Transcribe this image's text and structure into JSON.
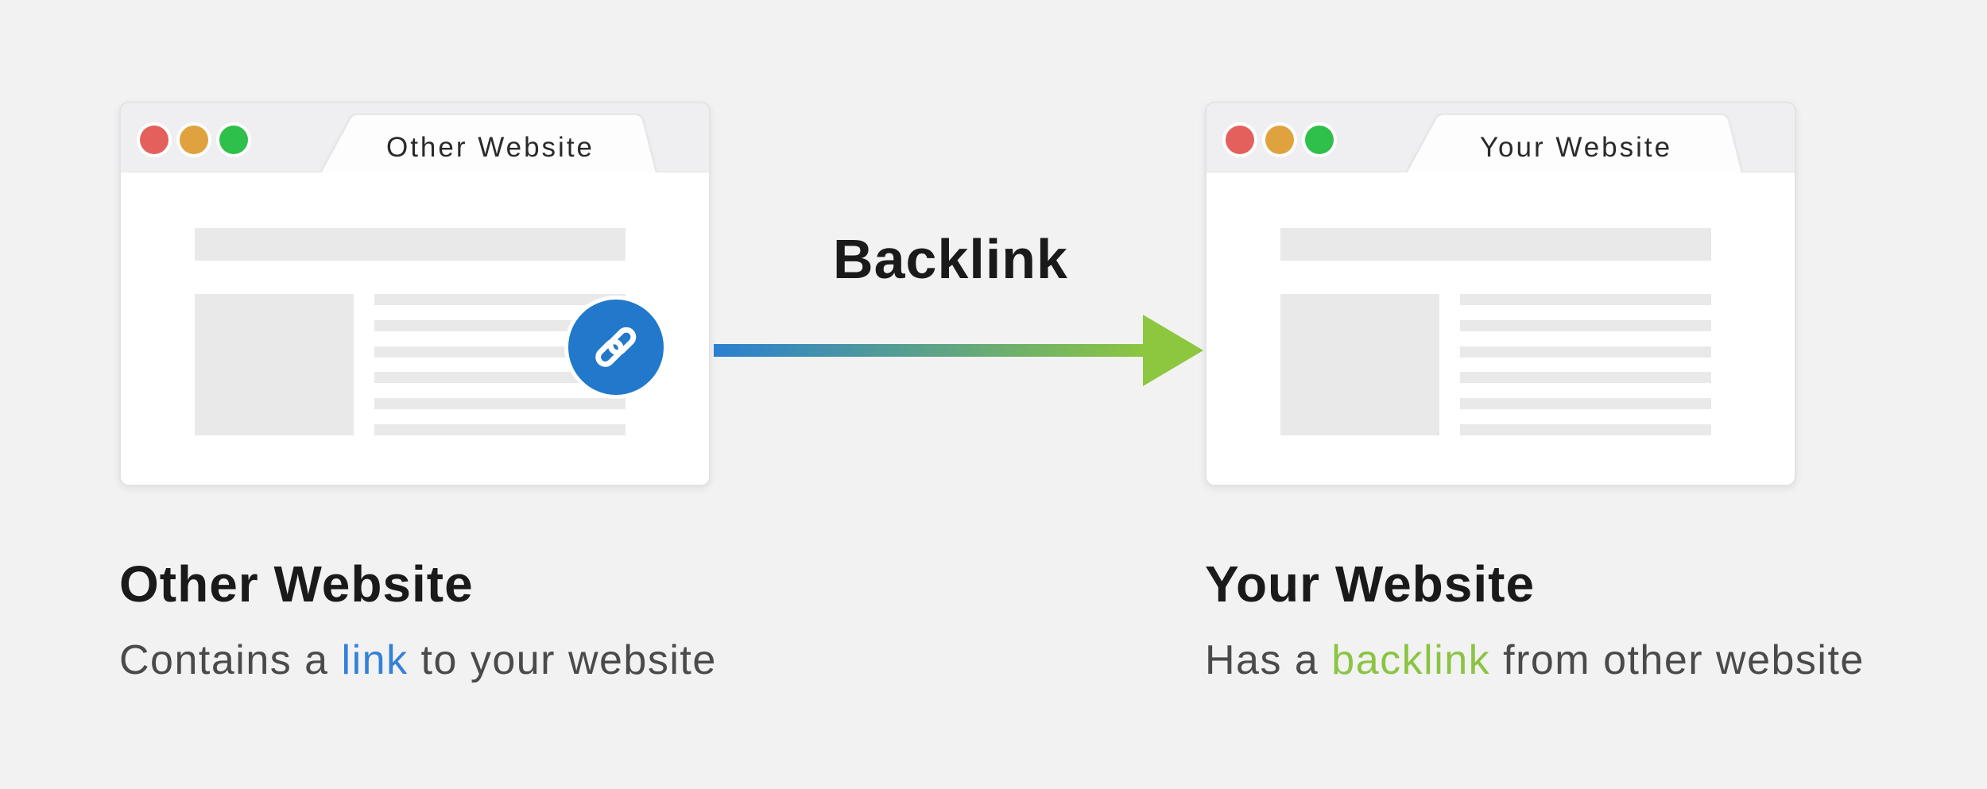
{
  "arrow": {
    "label": "Backlink",
    "gradient_start_color": "#2a7fd1",
    "gradient_end_color": "#8dc63f"
  },
  "left_window": {
    "tab_title": "Other Website",
    "heading": "Other Website",
    "description": {
      "before": "Contains a ",
      "highlight": "link",
      "after": " to your website"
    },
    "highlight_color": "#3381d8",
    "link_badge_color": "#2278ca",
    "link_badge_icon": "chain-link-icon"
  },
  "right_window": {
    "tab_title": "Your Website",
    "heading": "Your Website",
    "description": {
      "before": "Has a ",
      "highlight": "backlink",
      "after": " from other website"
    },
    "highlight_color": "#8bc442"
  },
  "traffic_light_colors": {
    "close": "#e4605c",
    "minimize": "#e0a23e",
    "zoom": "#2ec04a"
  },
  "colors": {
    "page_background": "#f2f2f2",
    "window_background": "#ffffff",
    "titlebar_background": "#efeff1",
    "placeholder_gray": "#e9e9ea",
    "heading_text": "#1a1a1a",
    "body_text": "#4a4a4b"
  }
}
